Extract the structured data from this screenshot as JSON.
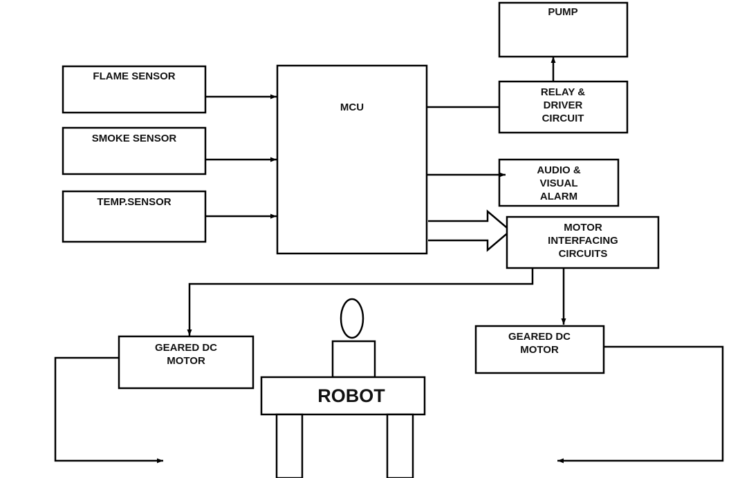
{
  "blocks": {
    "flame_sensor": "FLAME SENSOR",
    "smoke_sensor": "SMOKE SENSOR",
    "temp_sensor": "TEMP.SENSOR",
    "mcu": "MCU",
    "pump": "PUMP",
    "relay": [
      "RELAY &",
      "DRIVER",
      "CIRCUIT"
    ],
    "alarm": [
      "AUDIO &",
      "VISUAL",
      "ALARM"
    ],
    "motor_interface": [
      "MOTOR",
      "INTERFACING",
      "CIRCUITS"
    ],
    "motor_left": [
      "GEARED DC",
      "MOTOR"
    ],
    "motor_right": [
      "GEARED DC",
      "MOTOR"
    ],
    "robot": "ROBOT"
  },
  "connections": [
    {
      "from": "FLAME SENSOR",
      "to": "MCU"
    },
    {
      "from": "SMOKE SENSOR",
      "to": "MCU"
    },
    {
      "from": "TEMP.SENSOR",
      "to": "MCU"
    },
    {
      "from": "MCU",
      "to": "RELAY & DRIVER CIRCUIT"
    },
    {
      "from": "RELAY & DRIVER CIRCUIT",
      "to": "PUMP"
    },
    {
      "from": "MCU",
      "to": "AUDIO & VISUAL ALARM"
    },
    {
      "from": "MCU",
      "to": "MOTOR INTERFACING CIRCUITS"
    },
    {
      "from": "MOTOR INTERFACING CIRCUITS",
      "to": "GEARED DC MOTOR"
    },
    {
      "from": "MOTOR INTERFACING CIRCUITS",
      "to": "GEARED DC MOTOR"
    }
  ]
}
